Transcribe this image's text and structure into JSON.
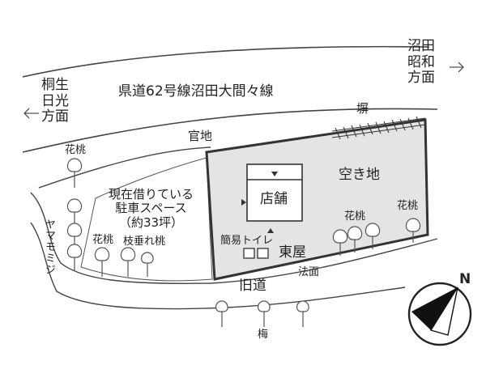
{
  "labels": {
    "road_main": "県道62号線沼田大間々線",
    "dir_left": "桐生\n日光\n方面",
    "dir_right": "沼田\n昭和\n方面",
    "fence": "塀",
    "gov_land": "官地",
    "vacant": "空き地",
    "store": "店舗",
    "parking": "現在借りている\n駐車スペース\n（約33坪）",
    "toilet": "簡易トイレ",
    "azumaya": "東屋",
    "slope": "法面",
    "old_road": "旧道",
    "yamamomiji": "ヤマモミジ",
    "hanamomo": "花桃",
    "shidare": "枝垂れ桃",
    "ume": "梅"
  },
  "compass": {
    "north": "N"
  },
  "colors": {
    "lot_fill": "#e4e4e4",
    "line": "#333333"
  }
}
